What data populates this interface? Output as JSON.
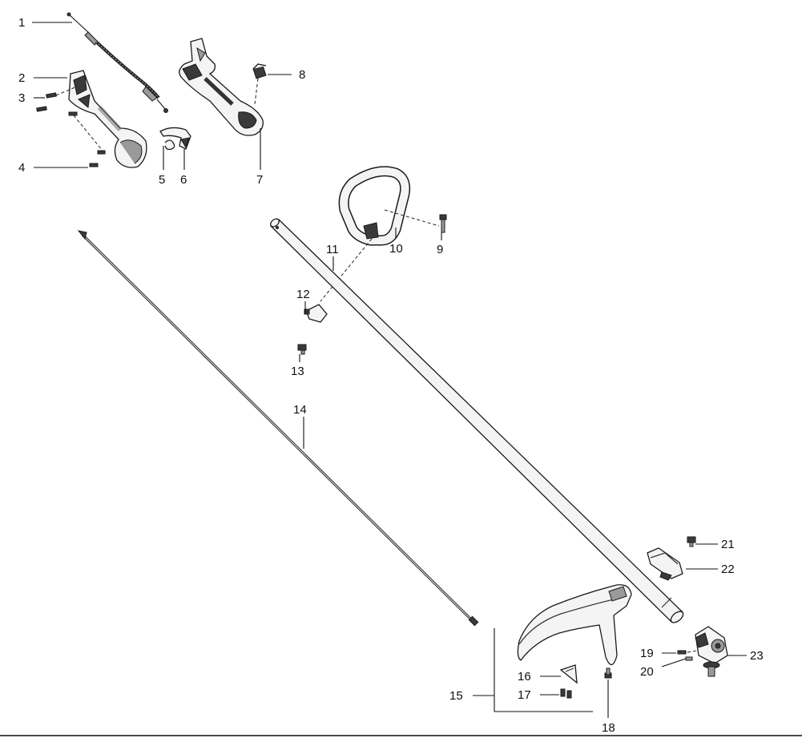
{
  "diagram": {
    "callouts": [
      "1",
      "2",
      "3",
      "4",
      "5",
      "6",
      "7",
      "8",
      "9",
      "10",
      "11",
      "12",
      "13",
      "14",
      "15",
      "16",
      "17",
      "18",
      "19",
      "20",
      "21",
      "22",
      "23"
    ]
  },
  "colors": {
    "line": "#111111",
    "fill": "#f4f4f4",
    "shade": "#3a3a3a"
  }
}
